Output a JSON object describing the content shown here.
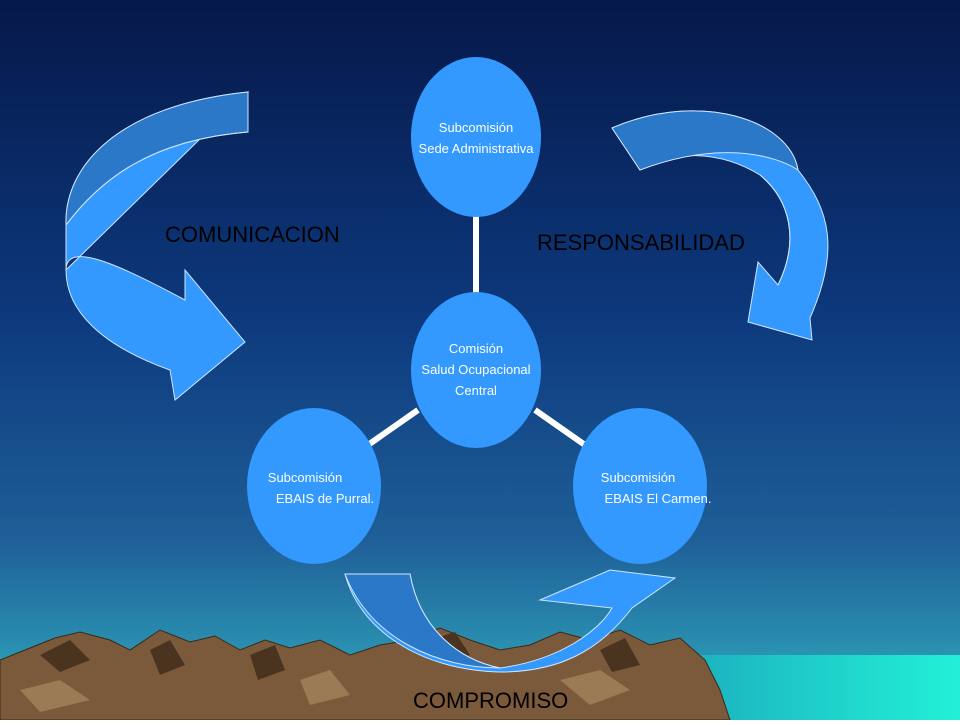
{
  "diagram": {
    "nodes": {
      "central": {
        "line1": "Comisión",
        "line2": "Salud Ocupacional",
        "line3": "Central"
      },
      "top": {
        "line1": "Subcomisión",
        "line2": "Sede Administrativa"
      },
      "left": {
        "line1": "Subcomisión",
        "line2": "EBAIS de Purral."
      },
      "right": {
        "line1": "Subcomisión",
        "line2": "EBAIS El Carmen."
      }
    },
    "labels": {
      "left": "COMUNICACION",
      "right": "RESPONSABILIDAD",
      "bottom": "COMPROMISO"
    }
  },
  "colors": {
    "sky_top": "#06184a",
    "sky_mid": "#0d3a7e",
    "sky_low": "#2a6fa8",
    "sea": "#1ee8d0",
    "node_fill": "#3399ff",
    "arrow_light": "#3399ff",
    "arrow_dark": "#2b78c8",
    "mountain": "#7a5a3a",
    "connector": "#ffffff"
  }
}
